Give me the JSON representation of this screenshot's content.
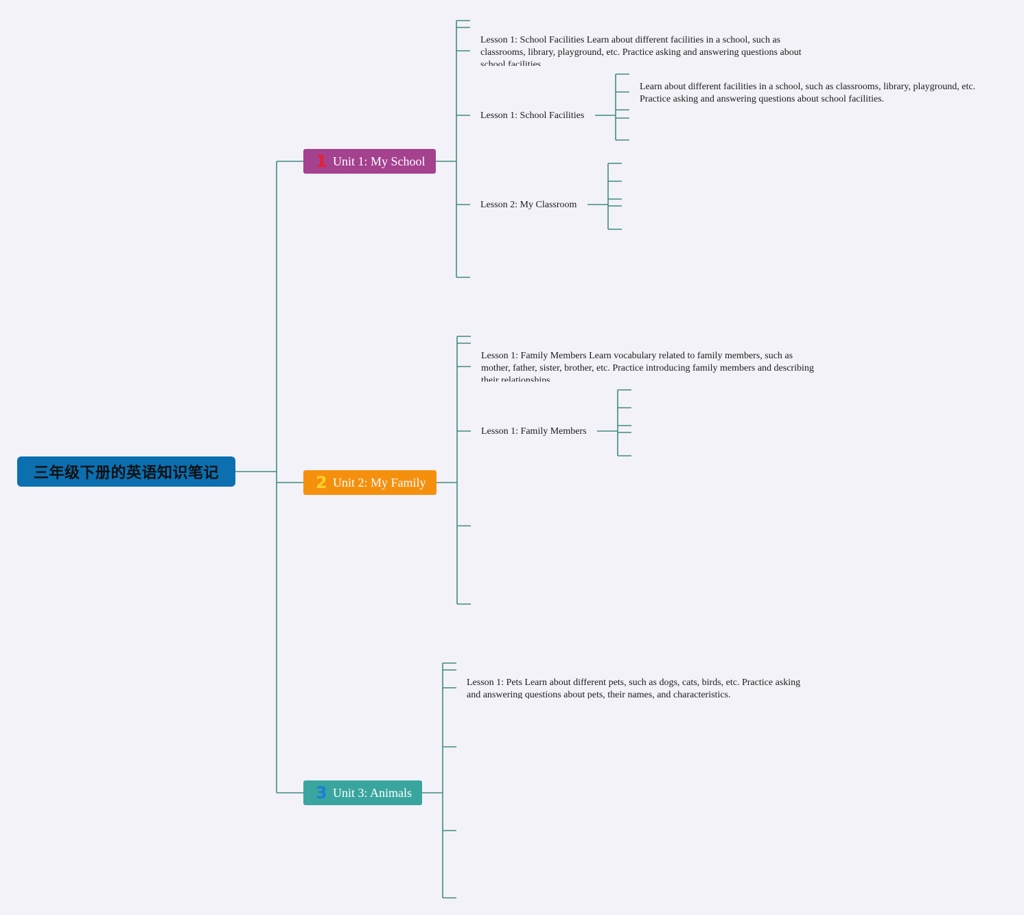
{
  "root": {
    "title": "三年级下册的英语知识笔记"
  },
  "units": [
    {
      "number": "1",
      "title": "Unit 1: My School",
      "number_color": "#e8202c",
      "color": "#a4428f",
      "lessons": [
        {
          "text": "Lesson 1: School Facilities Learn about different facilities in a school, such as classrooms, library, playground, etc. Practice asking and answering questions about school facilities."
        },
        {
          "text": "Lesson 1: School Facilities",
          "detail": "Learn about different facilities in a school, such as classrooms, library, playground, etc. Practice asking and answering questions about school facilities."
        },
        {
          "text": "Lesson 2: My Classroom"
        }
      ]
    },
    {
      "number": "2",
      "title": "Unit 2: My Family",
      "number_color": "#ffd12a",
      "color": "#f5900f",
      "lessons": [
        {
          "text": "Lesson 1: Family Members Learn vocabulary related to family members, such as mother, father, sister, brother, etc. Practice introducing family members and describing their relationships."
        },
        {
          "text": "Lesson 1: Family Members"
        }
      ]
    },
    {
      "number": "3",
      "title": "Unit 3: Animals",
      "number_color": "#1a7fd6",
      "color": "#3aa59f",
      "lessons": [
        {
          "text": "Lesson 1: Pets Learn about different pets, such as dogs, cats, birds, etc. Practice asking and answering questions about pets, their names, and characteristics."
        }
      ]
    }
  ],
  "colors": {
    "background": "#f3f2f8",
    "connector": "#3f8a80",
    "root": "#0b6fb0"
  }
}
